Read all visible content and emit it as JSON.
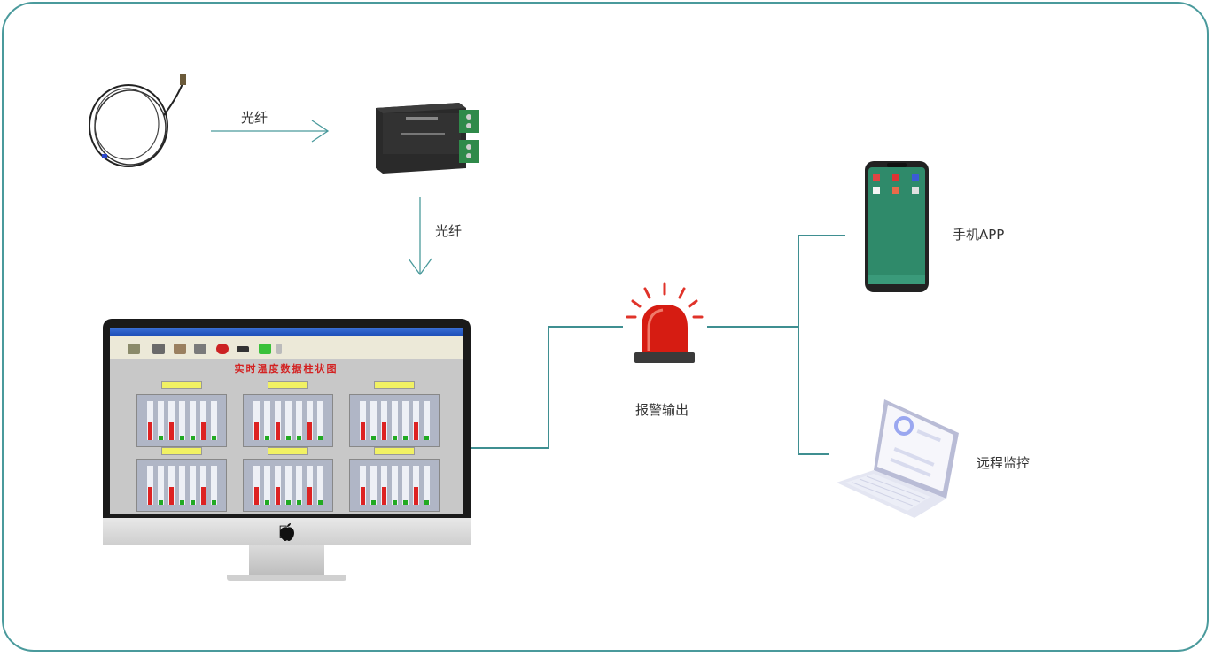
{
  "diagram": {
    "edge_fiber_1": "光纤",
    "edge_fiber_2": "光纤",
    "alarm_label": "报警输出",
    "phone_label": "手机APP",
    "remote_label": "远程监控",
    "monitor_screen_title": "实时温度数据柱状图"
  },
  "colors": {
    "frame": "#4a9a9c",
    "connector": "#3f8f91",
    "arrow": "#4a9a9c",
    "alarm_red": "#d61c12"
  },
  "icons": {
    "sensor": "fiber-optic-cable-icon",
    "device": "signal-demodulator-box-icon",
    "alarm": "alarm-beacon-icon",
    "phone": "smartphone-icon",
    "laptop": "laptop-icon",
    "computer": "desktop-monitor-icon"
  }
}
